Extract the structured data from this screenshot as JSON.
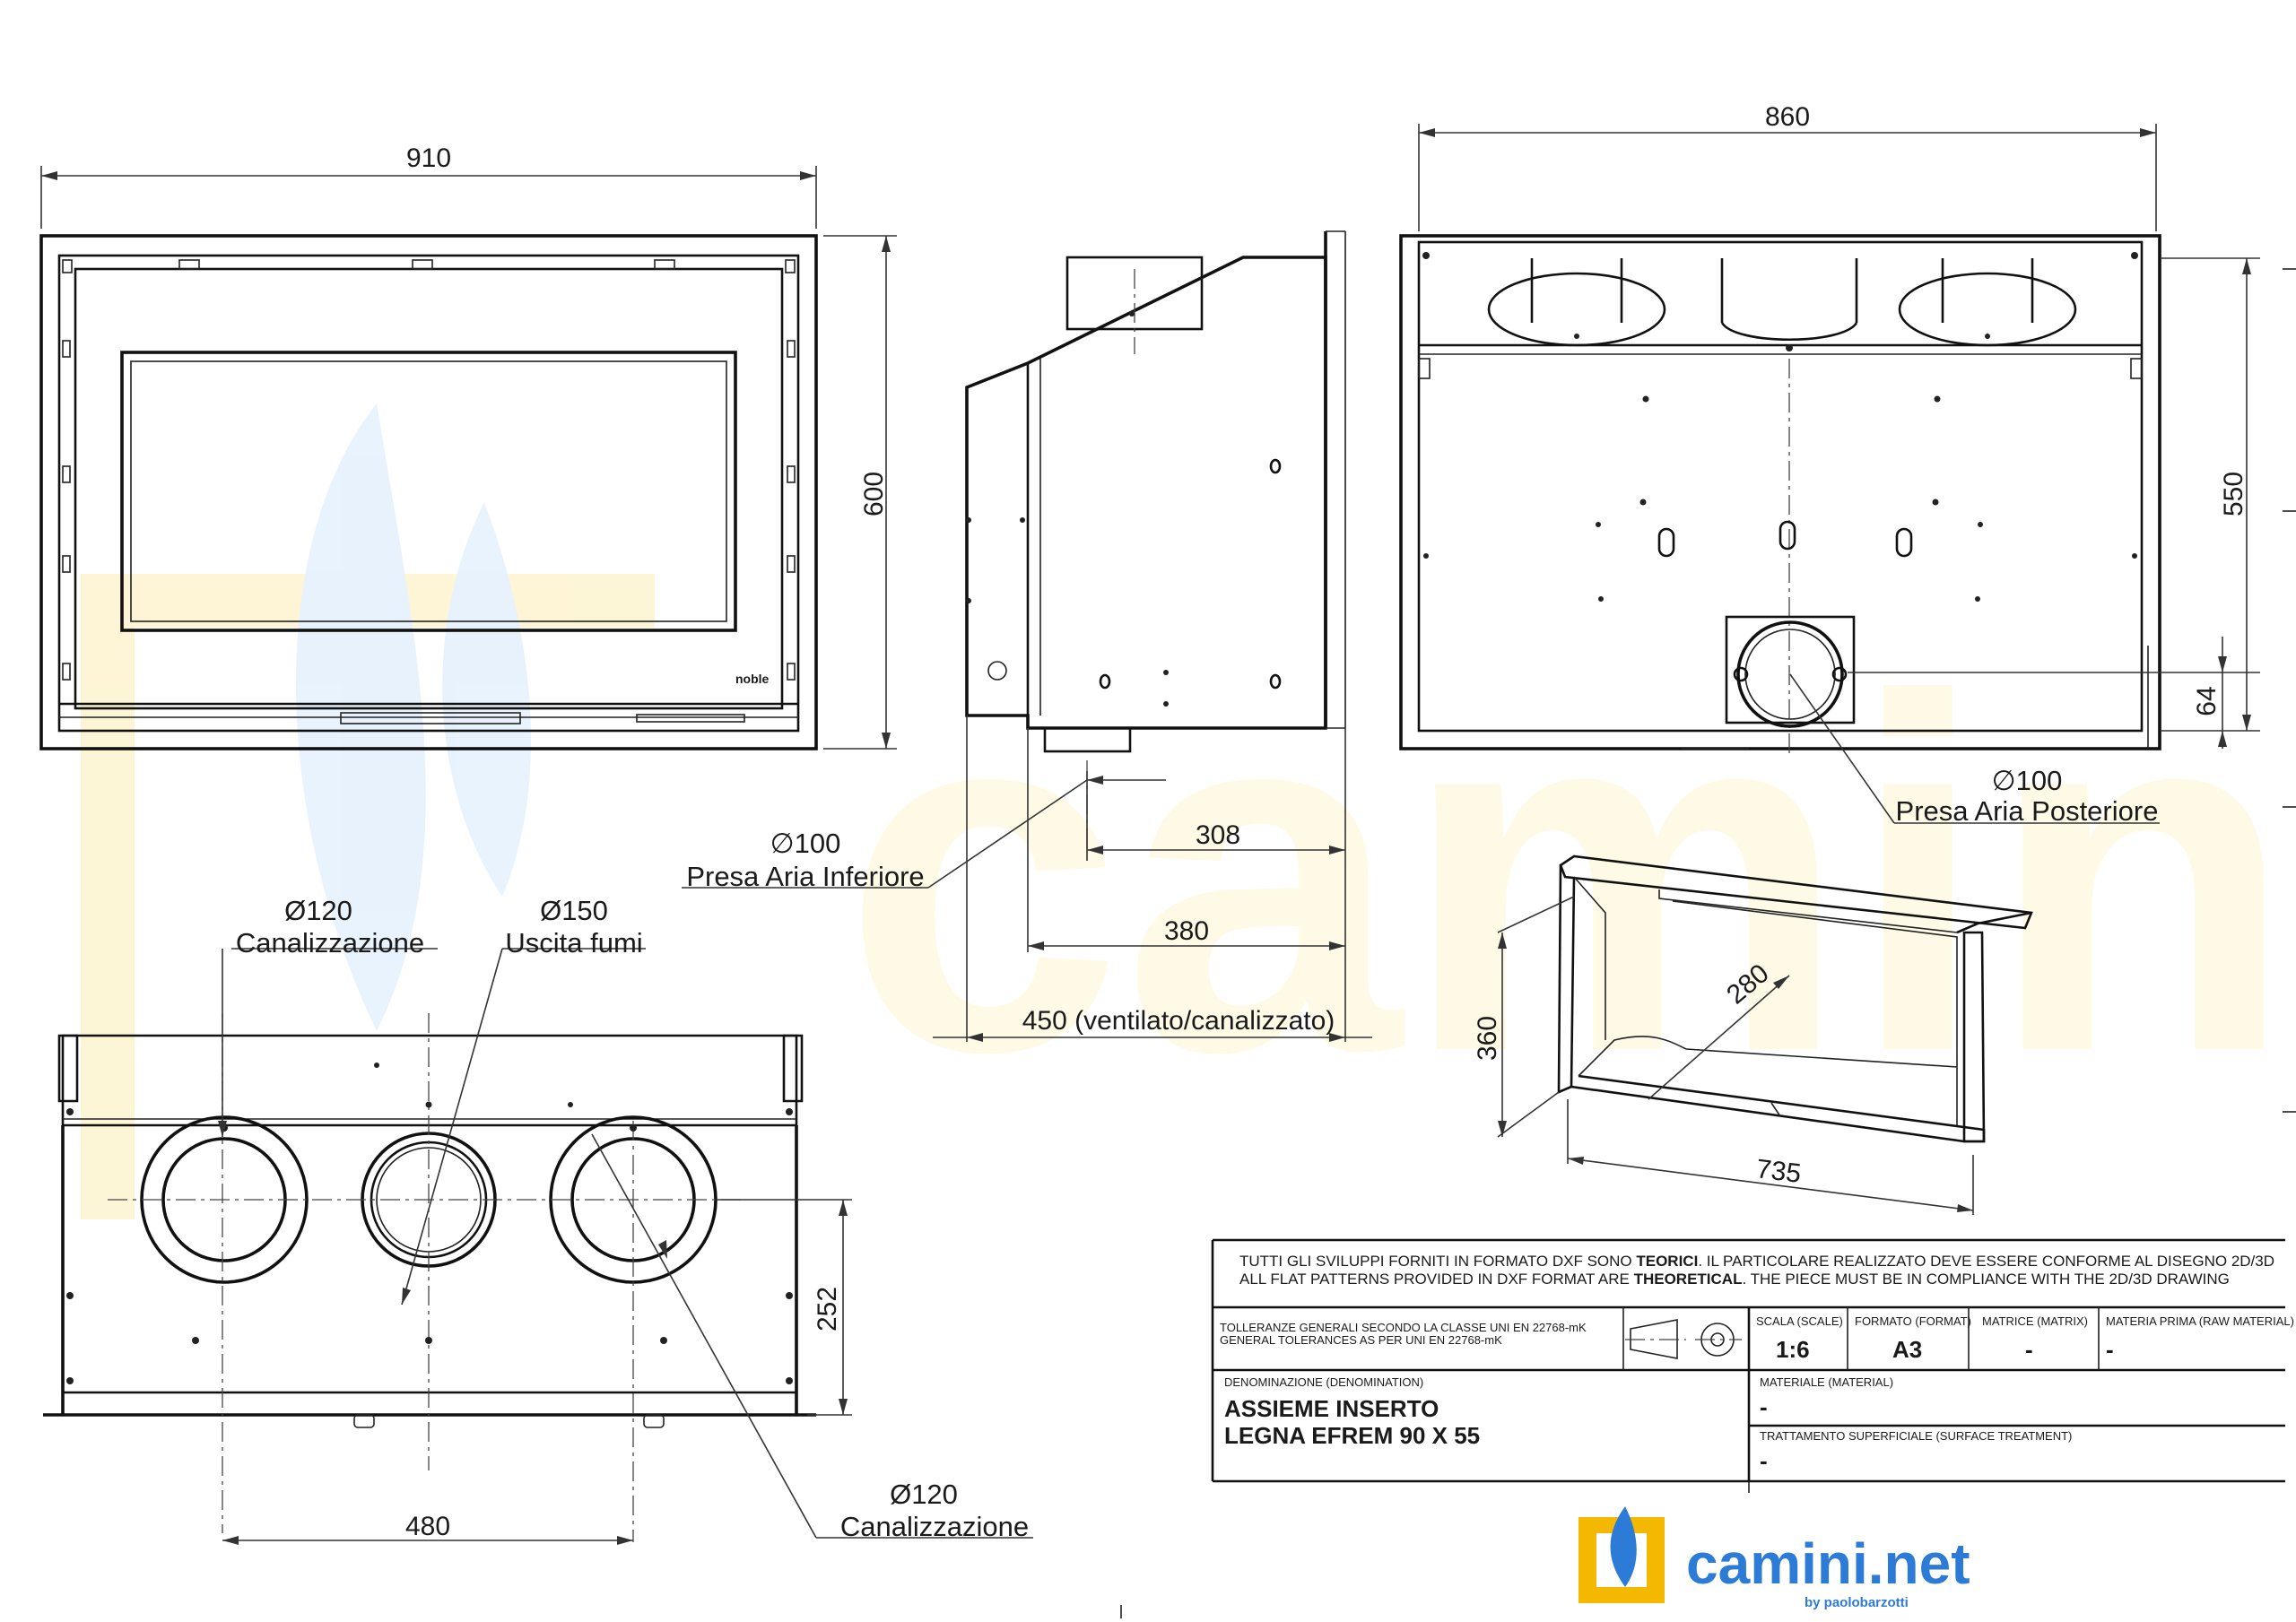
{
  "dimensions": {
    "front_width": "910",
    "front_height": "600",
    "back_width": "860",
    "back_height": "550",
    "back_inlet_height": "64",
    "side_308": "308",
    "side_380": "380",
    "side_450": "450 (ventilato/canalizzato)",
    "bottom_480": "480",
    "bottom_252": "252",
    "deflector_280": "280",
    "deflector_360": "360",
    "deflector_735": "735"
  },
  "labels": {
    "presa_inferiore_diam": "∅100",
    "presa_inferiore": "Presa Aria Inferiore",
    "presa_posteriore_diam": "∅100",
    "presa_posteriore": "Presa Aria Posteriore",
    "canal_left_diam": "Ø120",
    "canal_left": "Canalizzazione",
    "fumi_diam": "Ø150",
    "fumi": "Uscita fumi",
    "canal_right_diam": "Ø120",
    "canal_right": "Canalizzazione",
    "brand_mark": "noble"
  },
  "title_block": {
    "note_it_pre": "TUTTI GLI SVILUPPI FORNITI IN FORMATO DXF SONO ",
    "note_it_bold": "TEORICI",
    "note_it_post": ". IL PARTICOLARE REALIZZATO DEVE ESSERE CONFORME AL DISEGNO 2D/3D",
    "note_en_pre": "ALL FLAT PATTERNS PROVIDED IN DXF FORMAT ARE ",
    "note_en_bold": "THEORETICAL",
    "note_en_post": ". THE PIECE MUST BE IN COMPLIANCE WITH THE 2D/3D DRAWING",
    "tolerance_it": "TOLLERANZE GENERALI SECONDO LA CLASSE UNI EN 22768-mK",
    "tolerance_en": "GENERAL TOLERANCES AS PER UNI EN 22768-mK",
    "scale_label": "SCALA (SCALE)",
    "scale_value": "1:6",
    "format_label": "FORMATO (FORMAT)",
    "format_value": "A3",
    "matrix_label": "MATRICE (MATRIX)",
    "matrix_value": "-",
    "raw_label": "MATERIA PRIMA (RAW MATERIAL)",
    "raw_value": "-",
    "denomination_label": "DENOMINAZIONE  (DENOMINATION)",
    "name_line1": "ASSIEME INSERTO",
    "name_line2": "LEGNA EFREM 90 X 55",
    "material_label": "MATERIALE  (MATERIAL)",
    "material_value": "-",
    "treatment_label": "TRATTAMENTO SUPERFICIALE (SURFACE TREATMENT)",
    "treatment_value": "-"
  },
  "logo": {
    "text_main": "camini",
    "text_net": ".net",
    "text_by": "by paolobarzotti",
    "watermark": "camini.net by paolobarzotti",
    "color_blue": "#2c7bd6",
    "color_yellow": "#f5b800"
  }
}
